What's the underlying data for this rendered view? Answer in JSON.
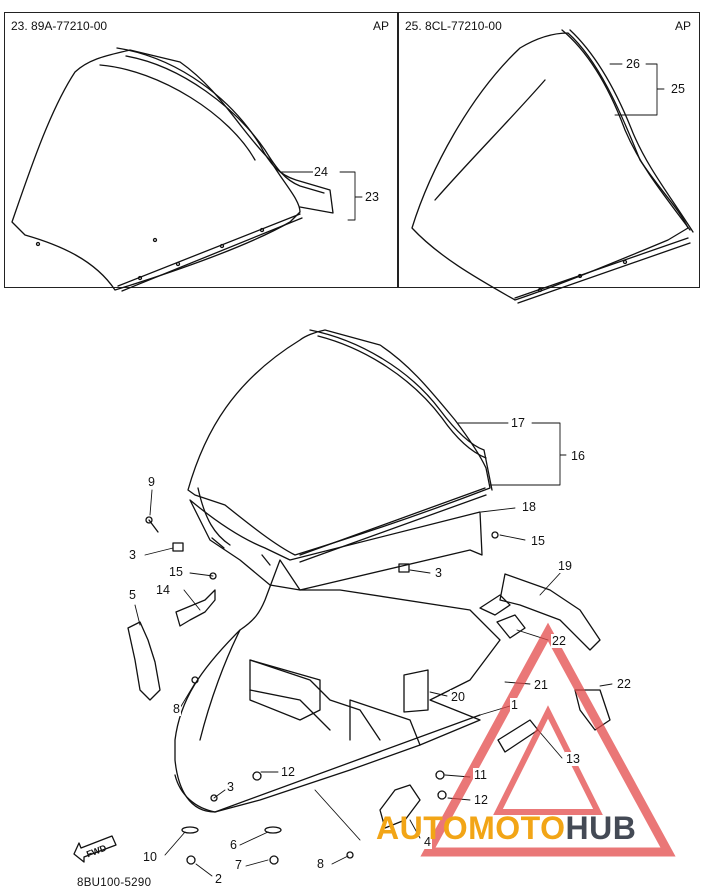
{
  "panels": {
    "left": {
      "id_text": "23. 89A-77210-00",
      "tag": "AP"
    },
    "right": {
      "id_text": "25. 8CL-77210-00",
      "tag": "AP"
    }
  },
  "callouts": {
    "p24": "24",
    "p23": "23",
    "p26": "26",
    "p25": "25",
    "p17": "17",
    "p16": "16",
    "p18": "18",
    "p15a": "15",
    "p9": "9",
    "p3a": "3",
    "p15b": "15",
    "p14": "14",
    "p3b": "3",
    "p19": "19",
    "p5": "5",
    "p22a": "22",
    "p22b": "22",
    "p21": "21",
    "p20": "20",
    "p8a": "8",
    "p1": "1",
    "p13": "13",
    "p11": "11",
    "p12a": "12",
    "p12b": "12",
    "p3c": "3",
    "p4": "4",
    "p10": "10",
    "p6": "6",
    "p7": "7",
    "p8b": "8",
    "p2": "2"
  },
  "fwd_label": "FWD",
  "doc_code": "8BU100-5290",
  "watermark": {
    "part1": "AUTOMOTO",
    "part2": "HUB"
  },
  "colors": {
    "watermark_orange": "#f2a516",
    "watermark_gray": "#444a55",
    "triangle_red": "#e34a4a"
  }
}
